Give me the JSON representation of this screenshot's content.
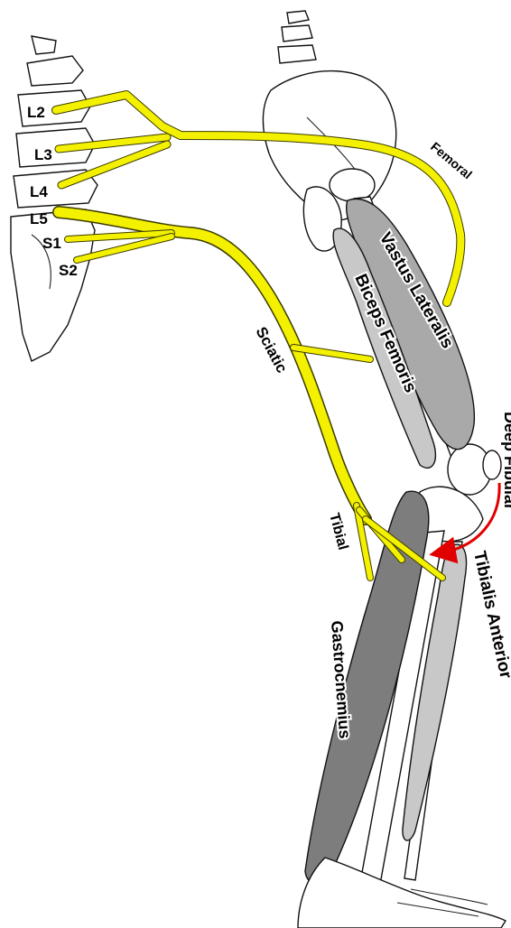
{
  "labels": {
    "roots": {
      "l2": "L2",
      "l3": "L3",
      "l4": "L4",
      "l5": "L5",
      "s1": "S1",
      "s2": "S2"
    },
    "nerves": {
      "femoral": "Femoral",
      "sciatic": "Sciatic",
      "tibial": "Tibial",
      "deep_fibular": "Deep Fibular"
    },
    "muscles": {
      "vastus_lateralis": "Vastus Lateralis",
      "biceps_femoris": "Biceps Femoris",
      "tibialis_anterior": "Tibialis Anterior",
      "gastrocnemius": "Gastrocnemius"
    }
  },
  "colors": {
    "nerve": "#f3f000",
    "arrow": "#e00000",
    "muscle_light": "#c8c8c8",
    "muscle_medium": "#a9a9a9",
    "muscle_dark": "#7d7d7d",
    "bone": "#ffffff"
  }
}
